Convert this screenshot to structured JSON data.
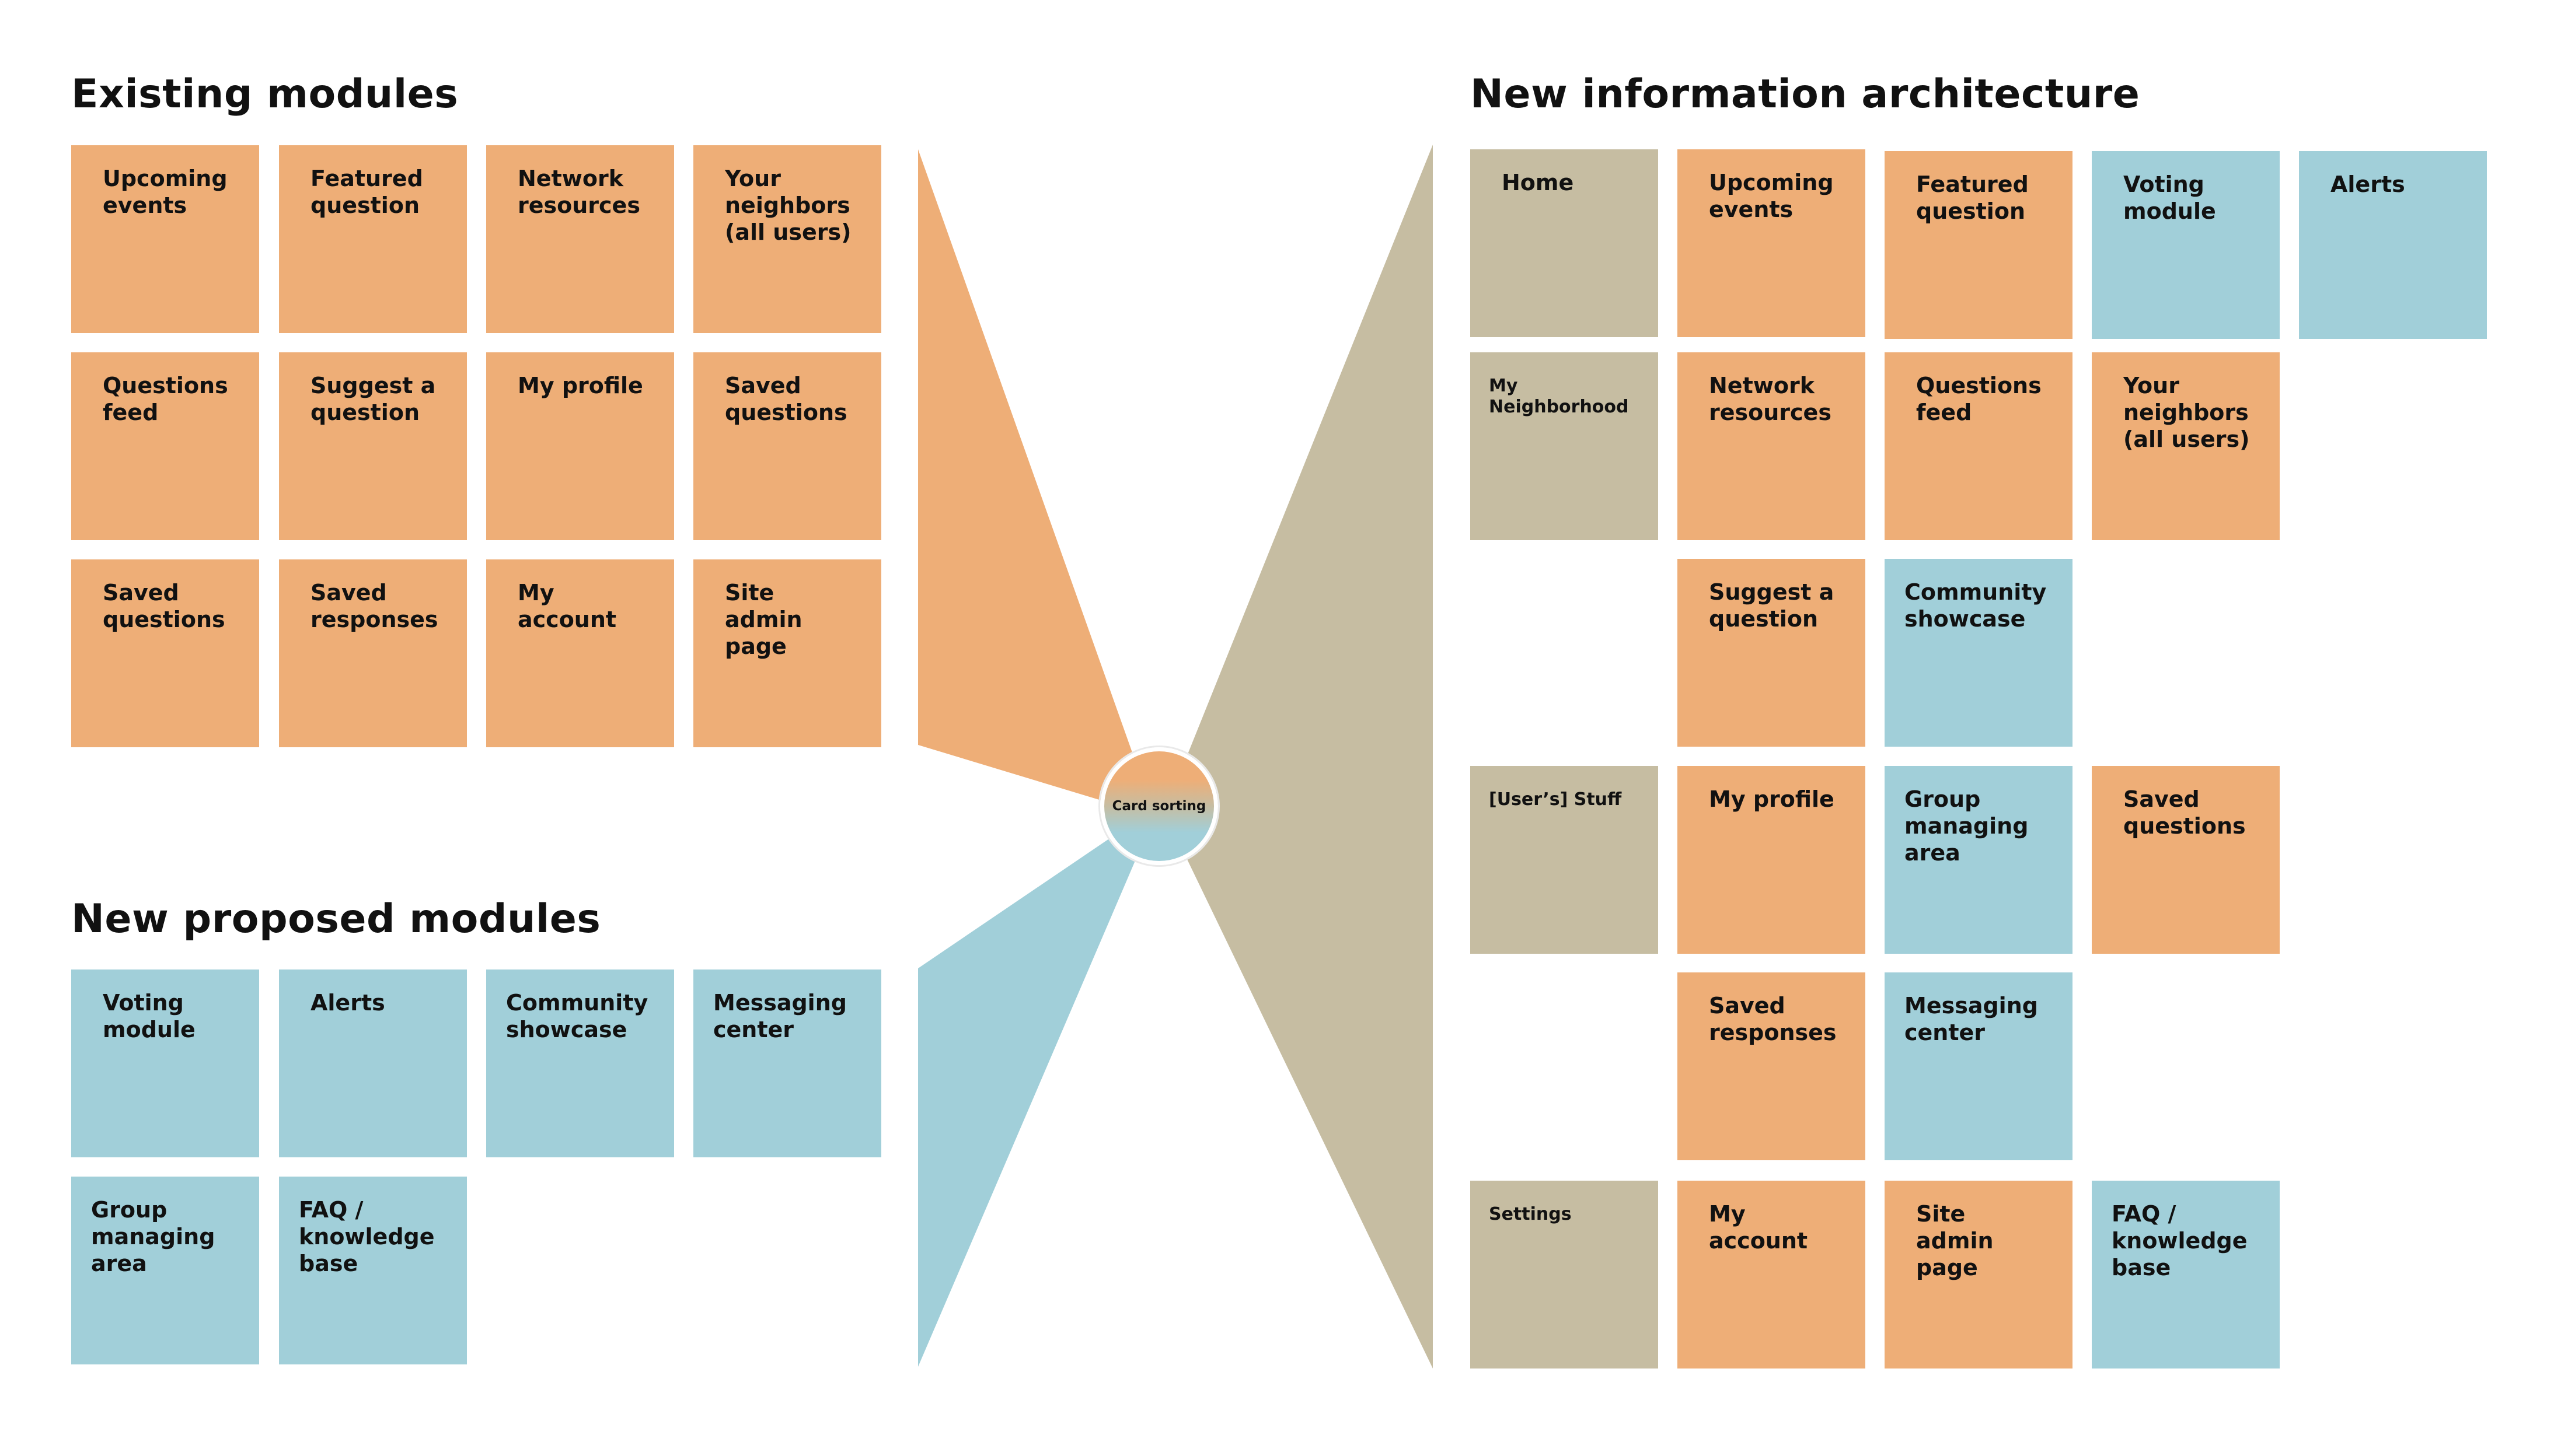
{
  "sections": {
    "existing": "Existing modules",
    "proposed": "New proposed modules",
    "new_ia": "New information architecture"
  },
  "hub_label": "Card sorting",
  "colors": {
    "existing_orange": "#EEAE77",
    "proposed_blue": "#A1CFD9",
    "category_tan": "#C6BDA2"
  },
  "existing_modules": [
    "Upcoming\nevents",
    "Featured\nquestion",
    "Network\nresources",
    "Your\nneighbors\n(all users)",
    "Questions\nfeed",
    "Suggest a\nquestion",
    "My profile",
    "Saved\nquestions",
    "Saved\nquestions",
    "Saved\nresponses",
    "My\naccount",
    "Site admin\npage"
  ],
  "proposed_modules": [
    "Voting\nmodule",
    "Alerts",
    "Community\nshowcase",
    "Messaging\ncenter",
    "Group\nmanaging\narea",
    "FAQ /\nknowledge\nbase"
  ],
  "ia": {
    "categories": [
      "Home",
      "My\nNeighborhood",
      "[User’s] Stuff",
      "Settings"
    ],
    "home": [
      "Upcoming\nevents",
      "Featured\nquestion",
      "Voting\nmodule",
      "Alerts"
    ],
    "neighborhood": [
      "Network\nresources",
      "Questions\nfeed",
      "Your\nneighbors\n(all users)",
      "Suggest a\nquestion",
      "Community\nshowcase"
    ],
    "stuff": [
      "My profile",
      "Group\nmanaging\narea",
      "Saved\nquestions",
      "Saved\nresponses",
      "Messaging\ncenter"
    ],
    "settings": [
      "My\naccount",
      "Site admin\npage",
      "FAQ /\nknowledge\nbase"
    ]
  }
}
